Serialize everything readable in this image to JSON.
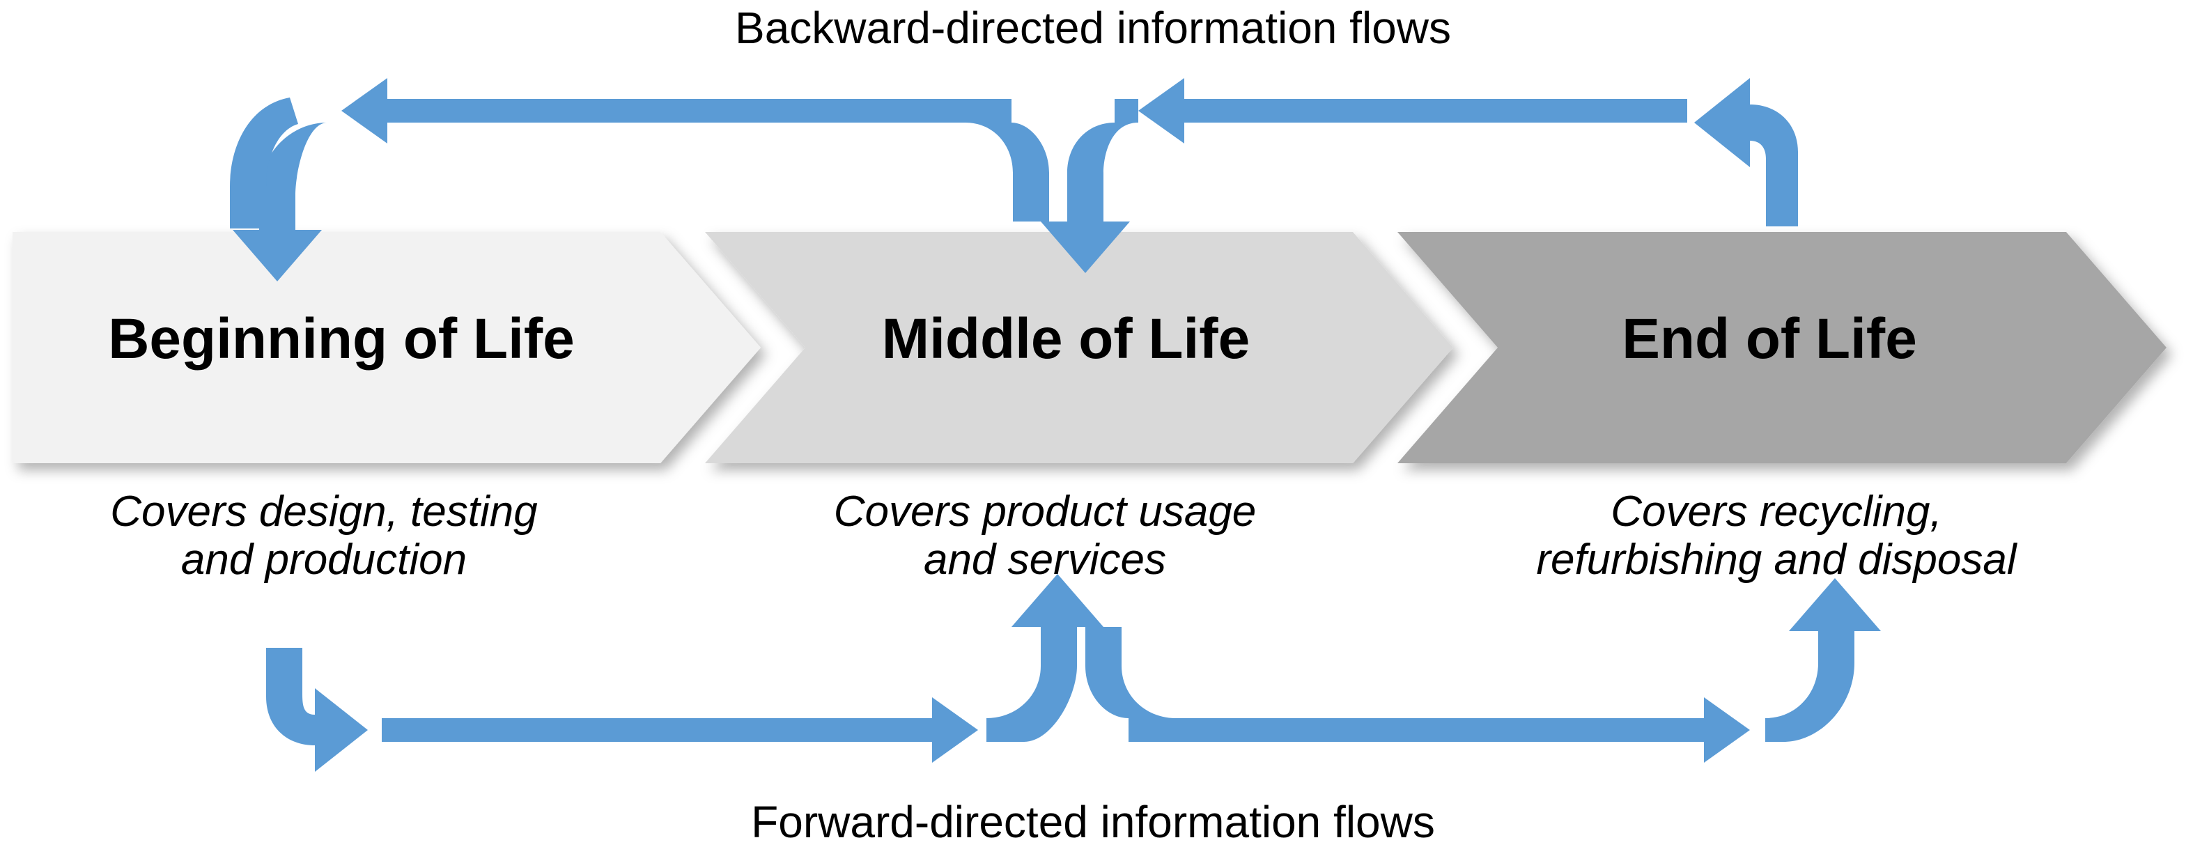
{
  "diagram": {
    "title_top": "Backward-directed information flows",
    "title_bottom": "Forward-directed information flows",
    "accent_color": "#5b9bd5",
    "text_color": "#000000",
    "background_color": "#ffffff",
    "stages": [
      {
        "label": "Beginning of Life",
        "description_line1": "Covers design, testing",
        "description_line2": "and production",
        "fill": "#f2f2f2"
      },
      {
        "label": "Middle of Life",
        "description_line1": "Covers product usage",
        "description_line2": "and services",
        "fill": "#d9d9d9"
      },
      {
        "label": "End of Life",
        "description_line1": "Covers recycling,",
        "description_line2": "refurbishing and disposal",
        "fill": "#a6a6a6"
      }
    ],
    "flows": {
      "backward": [
        "End of Life to Middle of Life",
        "End of Life to Beginning of Life",
        "Middle of Life to Beginning of Life"
      ],
      "forward": [
        "Beginning of Life to Middle of Life",
        "Middle of Life to End of Life",
        "Beginning of Life to End of Life"
      ]
    }
  }
}
